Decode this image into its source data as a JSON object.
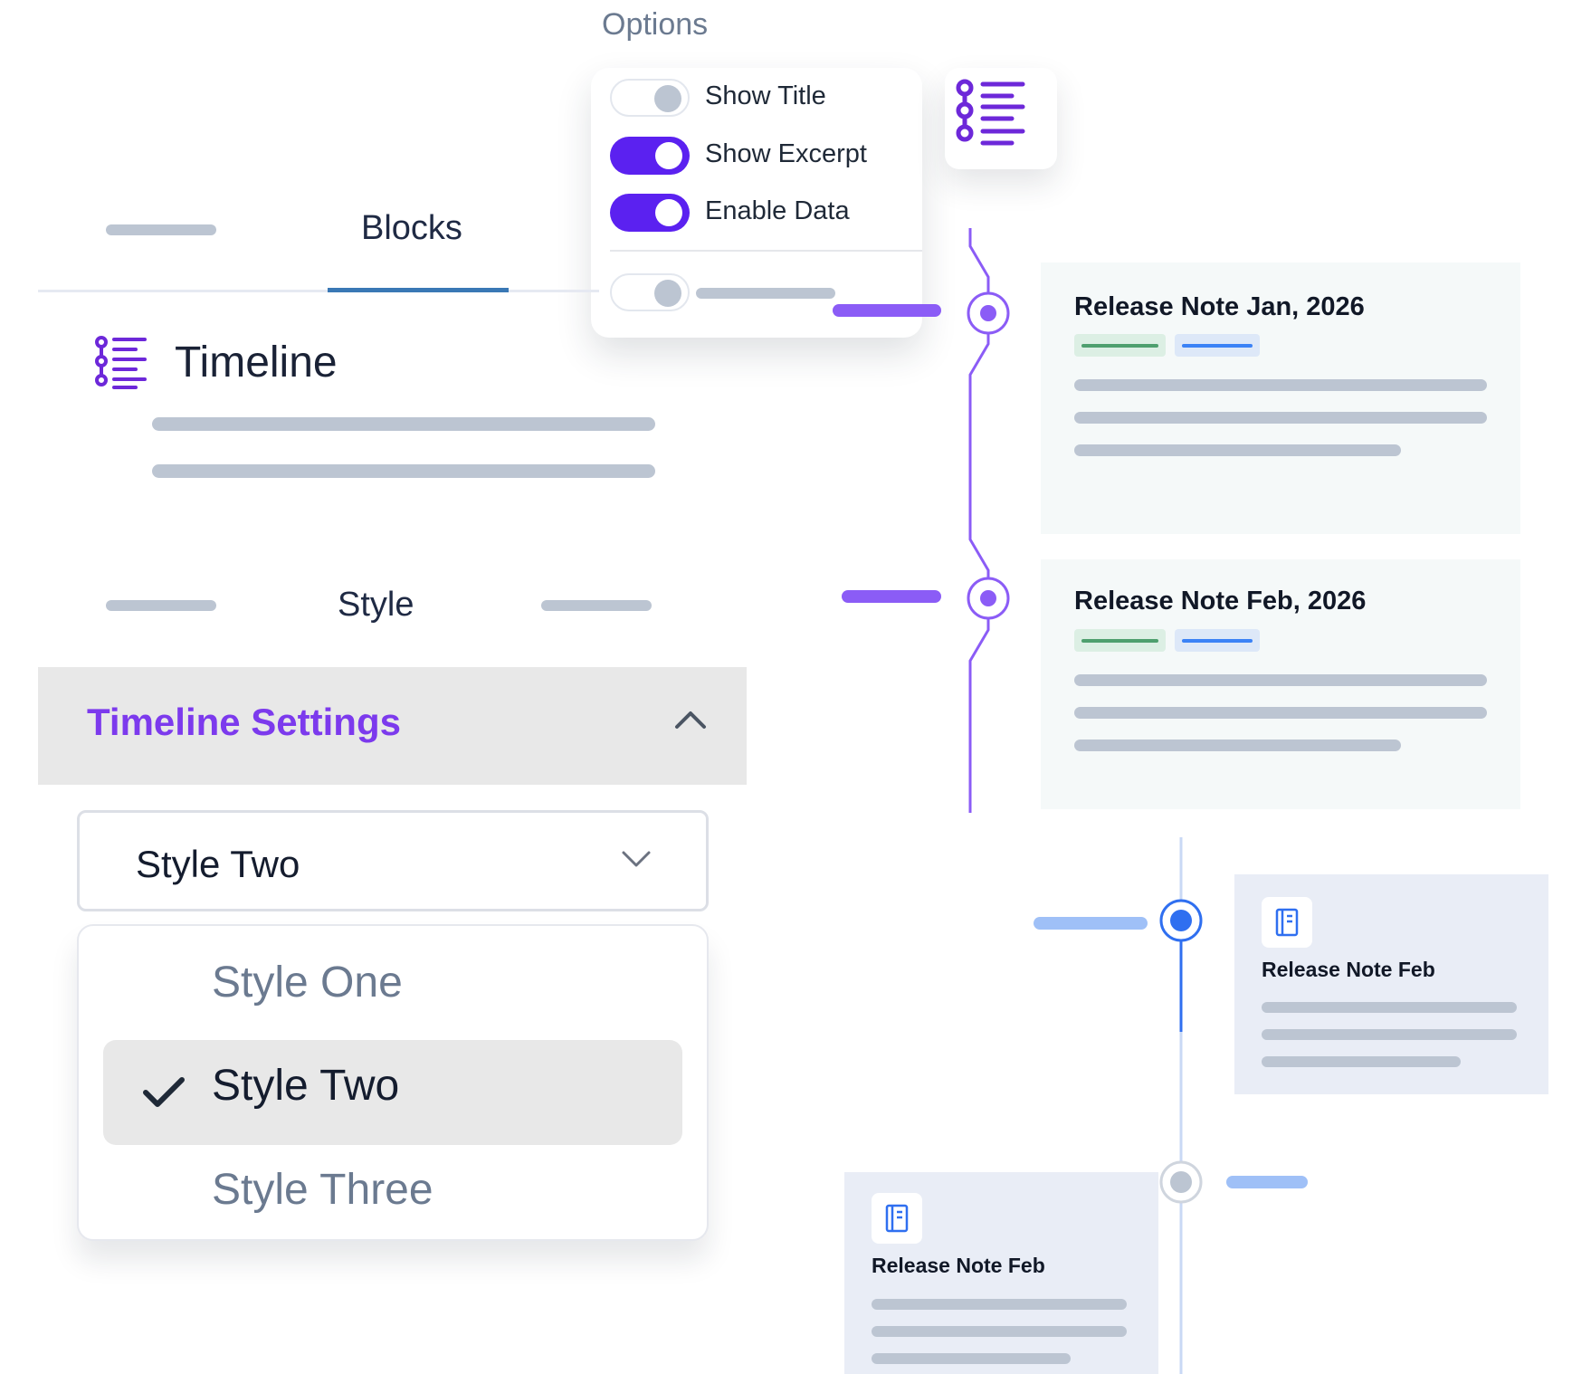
{
  "options": {
    "title": "Options",
    "toggles": [
      {
        "label": "Show Title",
        "state": "off"
      },
      {
        "label": "Show Excerpt",
        "state": "on"
      },
      {
        "label": "Enable Data",
        "state": "on"
      }
    ]
  },
  "tabs": {
    "active": "Blocks"
  },
  "block": {
    "title": "Timeline",
    "icon": "timeline-icon"
  },
  "style_section": {
    "label": "Style"
  },
  "settings": {
    "title": "Timeline Settings",
    "select": {
      "value": "Style Two",
      "options": [
        "Style One",
        "Style Two",
        "Style Three"
      ],
      "selected": "Style Two"
    }
  },
  "timeline_cards": [
    {
      "title": "Release Note Jan, 2026"
    },
    {
      "title": "Release Note Feb, 2026"
    }
  ],
  "timeline_cards_alt": [
    {
      "title": "Release Note Feb",
      "icon": "notebook-icon"
    },
    {
      "title": "Release Note Feb",
      "icon": "notebook-icon"
    }
  ],
  "colors": {
    "accent": "#5b21f0",
    "accent_text": "#7c3aed",
    "timeline_purple": "#8b5cf6",
    "timeline_blue": "#2f6ff0",
    "placeholder": "#bcc5d2"
  }
}
